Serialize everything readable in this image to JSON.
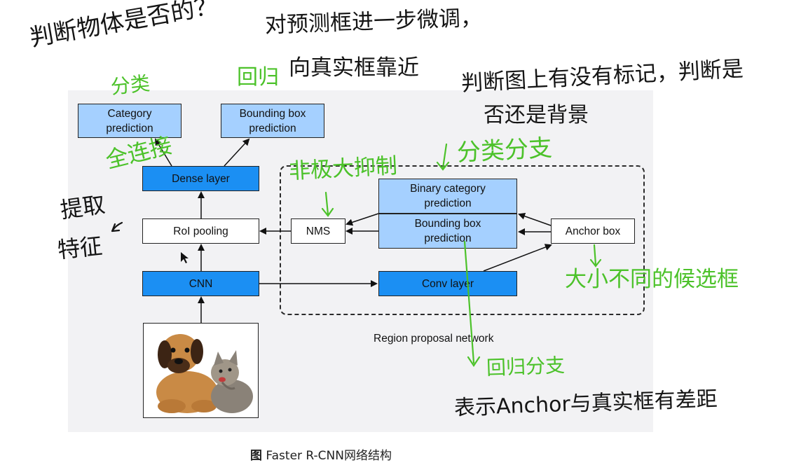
{
  "diagram": {
    "boxes": {
      "category_prediction": "Category\nprediction",
      "bbox_prediction_top": "Bounding box\nprediction",
      "dense_layer": "Dense layer",
      "roi_pooling": "RoI pooling",
      "cnn": "CNN",
      "nms": "NMS",
      "binary_category": "Binary category\nprediction",
      "bbox_prediction_rpn": "Bounding box\nprediction",
      "anchor_box": "Anchor box",
      "conv_layer": "Conv layer"
    },
    "region_label": "Region proposal network",
    "caption_prefix": "图",
    "caption_text": "Faster R-CNN网络结构",
    "colors": {
      "light_blue": "#a5d0ff",
      "strong_blue": "#1b8ff3",
      "panel": "#f2f2f4",
      "handwriting_green": "#4cc22a",
      "handwriting_black": "#151515"
    }
  },
  "handwriting": {
    "category_note": "判断物体是否的？",
    "fenlei": "分类",
    "box_note_line1": "对预测框进一步微调，",
    "box_note_line2": "向真实框靠近",
    "huigui": "回归",
    "rpn_note_line1": "判断图上有没有标记，判断是",
    "rpn_note_line2": "否还是背景",
    "fenlei_branch": "分类分支",
    "quanlian": "全连接",
    "nms_note": "非极大抑制",
    "tiqu_line1": "提取",
    "tiqu_line2": "特征",
    "anchor_note": "大小不同的候选框",
    "huigui_branch": "回归分支",
    "anchor_relation": "表示Anchor与真实框有差距"
  }
}
